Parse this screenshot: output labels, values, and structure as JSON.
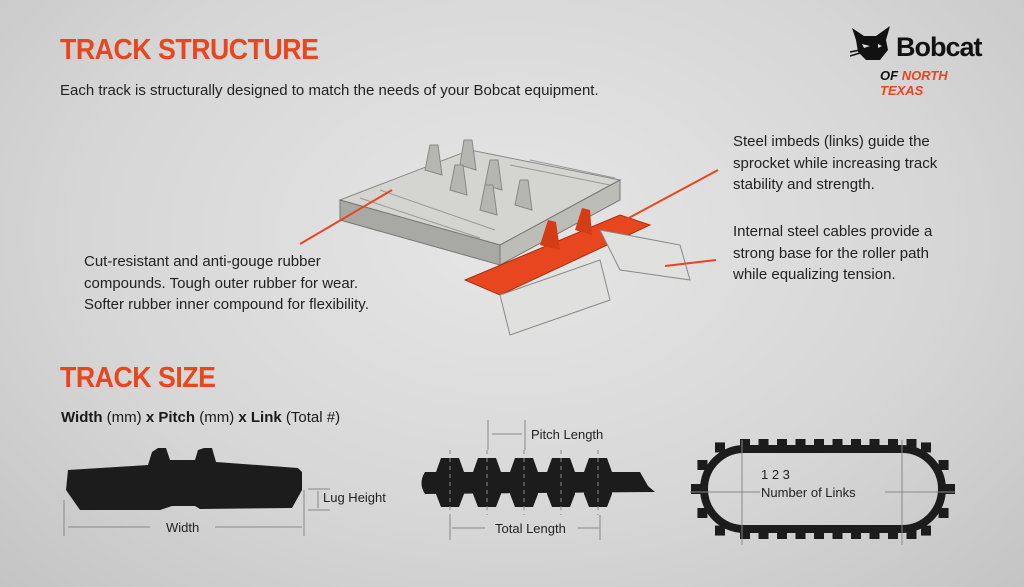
{
  "header": {
    "title": "TRACK STRUCTURE",
    "subtitle": "Each track is structurally designed to match the needs of your Bobcat equipment."
  },
  "logo": {
    "name": "Bobcat",
    "sub_prefix": "OF",
    "sub_accent": "NORTH TEXAS"
  },
  "callouts": {
    "rubber": [
      "Cut-resistant and anti-gouge rubber",
      "compounds. Tough outer rubber for wear.",
      "Softer rubber inner compound for flexibility."
    ],
    "imbeds": [
      "Steel imbeds (links) guide the",
      "sprocket while increasing track",
      "stability and strength."
    ],
    "cables": [
      "Internal steel cables provide a",
      "strong base for the roller path",
      "while equalizing tension."
    ]
  },
  "size": {
    "title": "TRACK SIZE",
    "formula": {
      "w": "Width",
      "w_unit": " (mm) ",
      "x1": "x ",
      "p": "Pitch",
      "p_unit": " (mm) ",
      "x2": "x ",
      "l": "Link",
      "l_unit": " (Total #)"
    },
    "labels": {
      "lug_height": "Lug Height",
      "width": "Width",
      "pitch_length": "Pitch Length",
      "total_length": "Total Length",
      "link_numbers": "1 2 3",
      "number_of_links": "Number of Links"
    }
  },
  "colors": {
    "accent": "#e8461e",
    "track": "#1c1c1c"
  }
}
